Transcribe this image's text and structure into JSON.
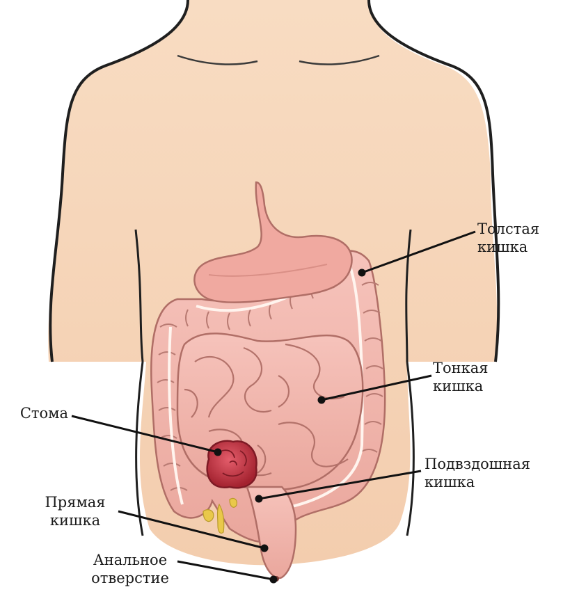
{
  "labels": {
    "large_intestine": {
      "line1": "Толстая",
      "line2": "кишка"
    },
    "small_intestine": {
      "line1": "Тонкая",
      "line2": "кишка"
    },
    "stoma": {
      "line1": "Стома"
    },
    "ileum": {
      "line1": "Подвздошная",
      "line2": "кишка"
    },
    "rectum": {
      "line1": "Прямая",
      "line2": "кишка"
    },
    "anus": {
      "line1": "Анальное",
      "line2": "отверстие"
    }
  },
  "colors": {
    "skin": "#f6d3b3",
    "outline": "#1f1f1f",
    "intestine": "#f2b6ad",
    "intestine_shade": "#d98f86",
    "stoma": "#c8394a",
    "stomach": "#f0a9a0",
    "fat_yellow": "#e9c84a"
  }
}
